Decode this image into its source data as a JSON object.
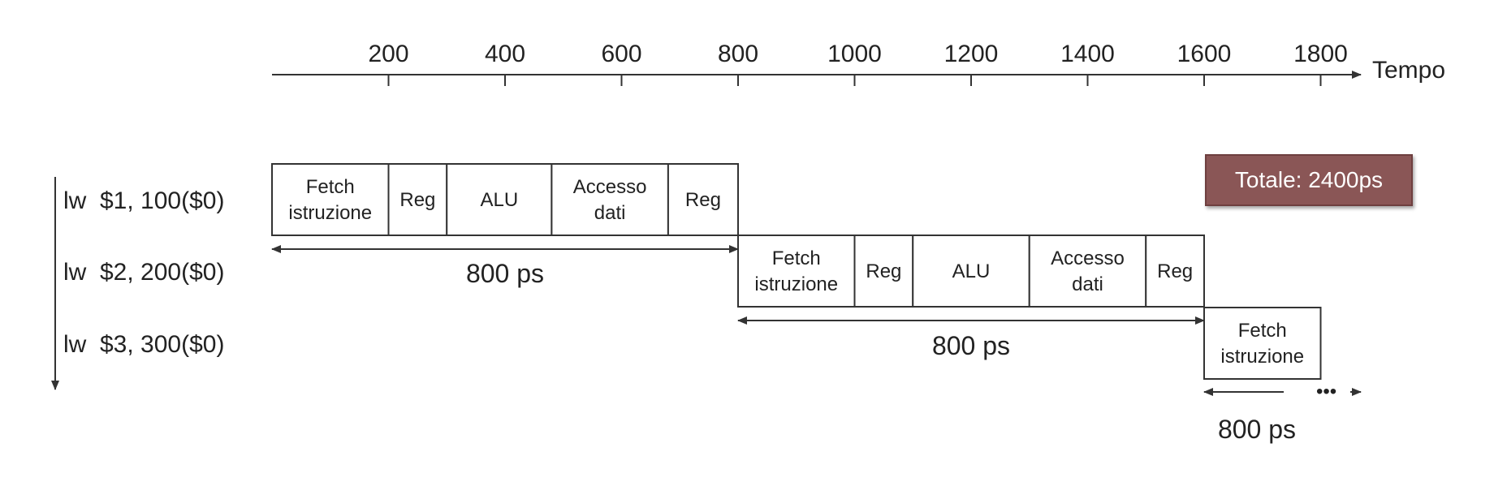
{
  "timeline": {
    "axis_title": "Tempo",
    "ticks": [
      200,
      400,
      600,
      800,
      1000,
      1200,
      1400,
      1600,
      1800
    ]
  },
  "instructions": [
    {
      "label": "lw  $1, 100($0)",
      "stages": [
        {
          "lines": [
            "Fetch",
            "istruzione"
          ],
          "start": 0,
          "end": 200
        },
        {
          "lines": [
            "Reg"
          ],
          "start": 200,
          "end": 300
        },
        {
          "lines": [
            "ALU"
          ],
          "start": 300,
          "end": 480
        },
        {
          "lines": [
            "Accesso",
            "dati"
          ],
          "start": 480,
          "end": 680
        },
        {
          "lines": [
            "Reg"
          ],
          "start": 680,
          "end": 800
        }
      ],
      "duration_label": "800 ps"
    },
    {
      "label": "lw  $2, 200($0)",
      "stages": [
        {
          "lines": [
            "Fetch",
            "istruzione"
          ],
          "start": 800,
          "end": 1000
        },
        {
          "lines": [
            "Reg"
          ],
          "start": 1000,
          "end": 1100
        },
        {
          "lines": [
            "ALU"
          ],
          "start": 1100,
          "end": 1300
        },
        {
          "lines": [
            "Accesso",
            "dati"
          ],
          "start": 1300,
          "end": 1500
        },
        {
          "lines": [
            "Reg"
          ],
          "start": 1500,
          "end": 1600
        }
      ],
      "duration_label": "800 ps"
    },
    {
      "label": "lw  $3, 300($0)",
      "stages": [
        {
          "lines": [
            "Fetch",
            "istruzione"
          ],
          "start": 1600,
          "end": 1800
        }
      ],
      "duration_label": "800 ps",
      "continues": true,
      "continuation_symbol": "•••"
    }
  ],
  "total_badge": "Totale: 2400ps",
  "colors": {
    "badge_fill": "#8a5656",
    "badge_text": "#ffffff",
    "lines": "#333333"
  }
}
